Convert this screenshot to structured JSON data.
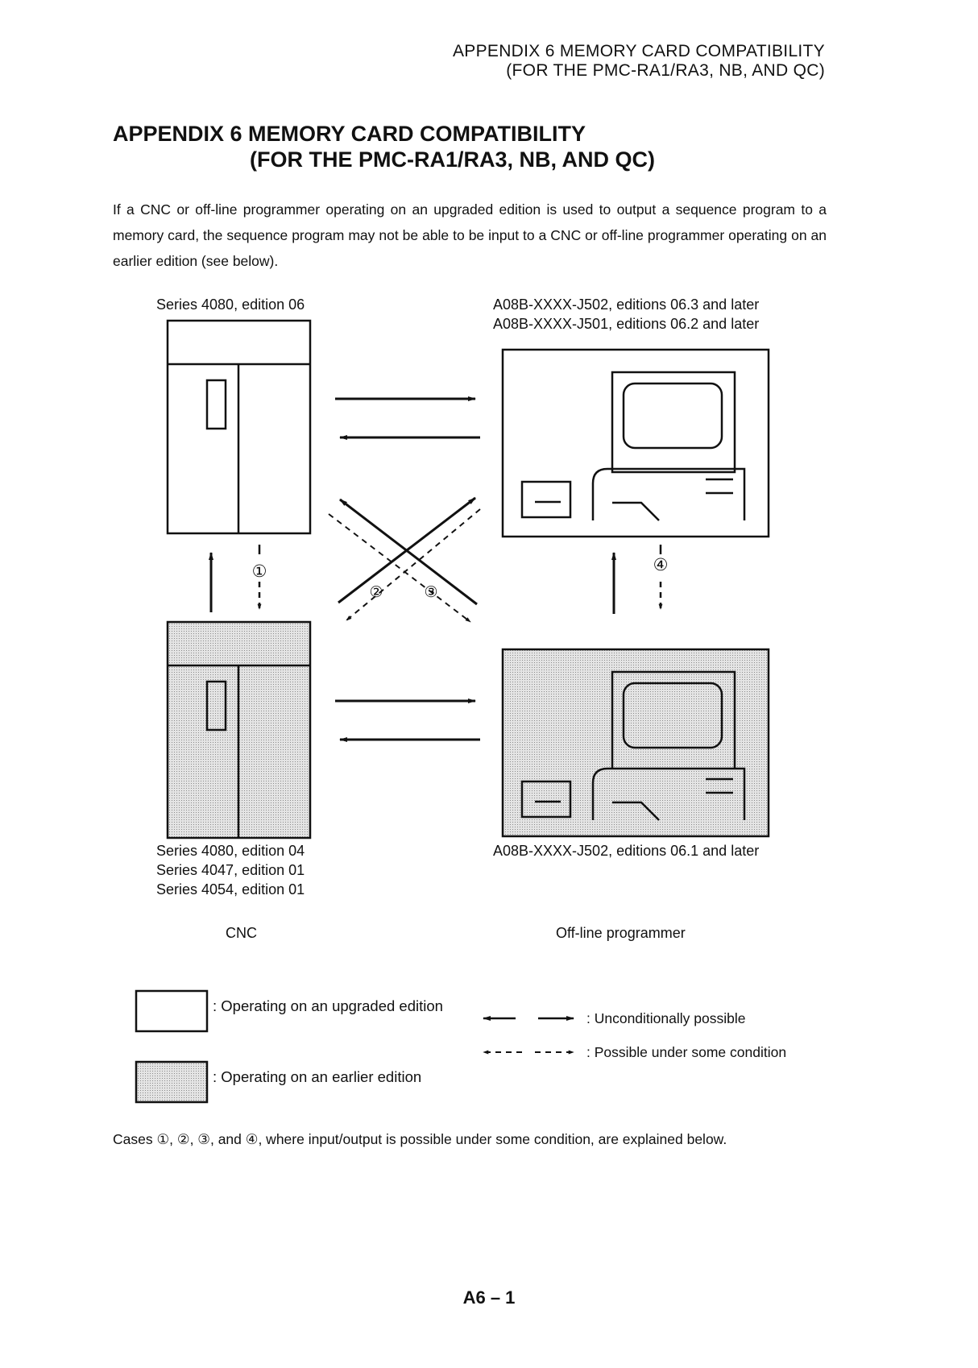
{
  "header": {
    "line1": "APPENDIX 6  MEMORY CARD COMPATIBILITY",
    "line2": "(FOR THE PMC-RA1/RA3, NB, AND QC)"
  },
  "title": {
    "line1": "APPENDIX 6  MEMORY CARD COMPATIBILITY",
    "line2": "(FOR THE PMC-RA1/RA3, NB, AND QC)"
  },
  "intro_text": "If a CNC or off-line programmer operating on an upgraded edition is used to output a sequence program to a memory card, the sequence program may not be able to be input to a CNC or off-line programmer operating on an earlier edition (see below).",
  "diagram": {
    "cnc_upgraded_label": "Series 4080, edition 06",
    "prog_upgraded_labels": [
      "A08B-XXXX-J502, editions 06.3 and later",
      "A08B-XXXX-J501, editions 06.2 and later"
    ],
    "cnc_earlier_labels": [
      "Series 4080, edition 04",
      "Series 4047, edition 01",
      "Series 4054, edition 01"
    ],
    "prog_earlier_label": "A08B-XXXX-J502, editions 06.1 and later",
    "cnc_caption": "CNC",
    "prog_caption": "Off-line programmer",
    "case_markers": [
      "①",
      "②",
      "③",
      "④"
    ]
  },
  "legend": {
    "upgraded": ": Operating on an upgraded edition",
    "earlier": ": Operating on an earlier edition",
    "unconditional": ": Unconditionally possible",
    "conditional": ": Possible under some condition"
  },
  "outro_text": "Cases ①, ②, ③, and ④, where input/output is possible under some condition, are explained below.",
  "page_number": "A6 – 1",
  "colors": {
    "ink": "#111111",
    "earlier_fill": "#d6d6d6"
  }
}
